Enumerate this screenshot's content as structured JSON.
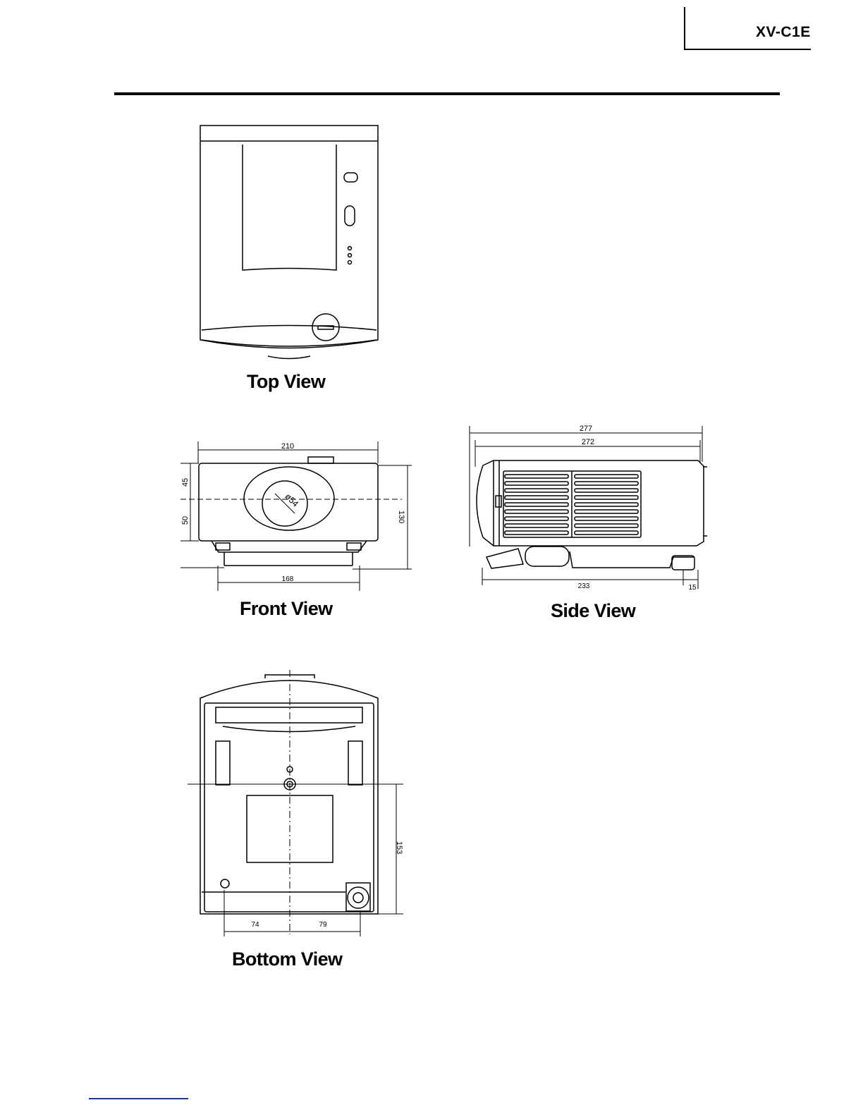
{
  "header": {
    "model": "XV-C1E"
  },
  "views": {
    "top": {
      "caption": "Top View"
    },
    "front": {
      "caption": "Front View",
      "dims": {
        "width": "210",
        "upper": "45",
        "lower": "50",
        "height": "130",
        "foot_span": "168",
        "lens": "ø54"
      }
    },
    "side": {
      "caption": "Side View",
      "dims": {
        "overall": "277",
        "body": "272",
        "foot_span": "233",
        "foot_offset": "15"
      }
    },
    "bottom": {
      "caption": "Bottom View",
      "dims": {
        "left": "74",
        "right": "79",
        "depth": "153"
      }
    }
  },
  "colors": {
    "ink": "#000000",
    "footer_line": "#1d3c8f"
  }
}
